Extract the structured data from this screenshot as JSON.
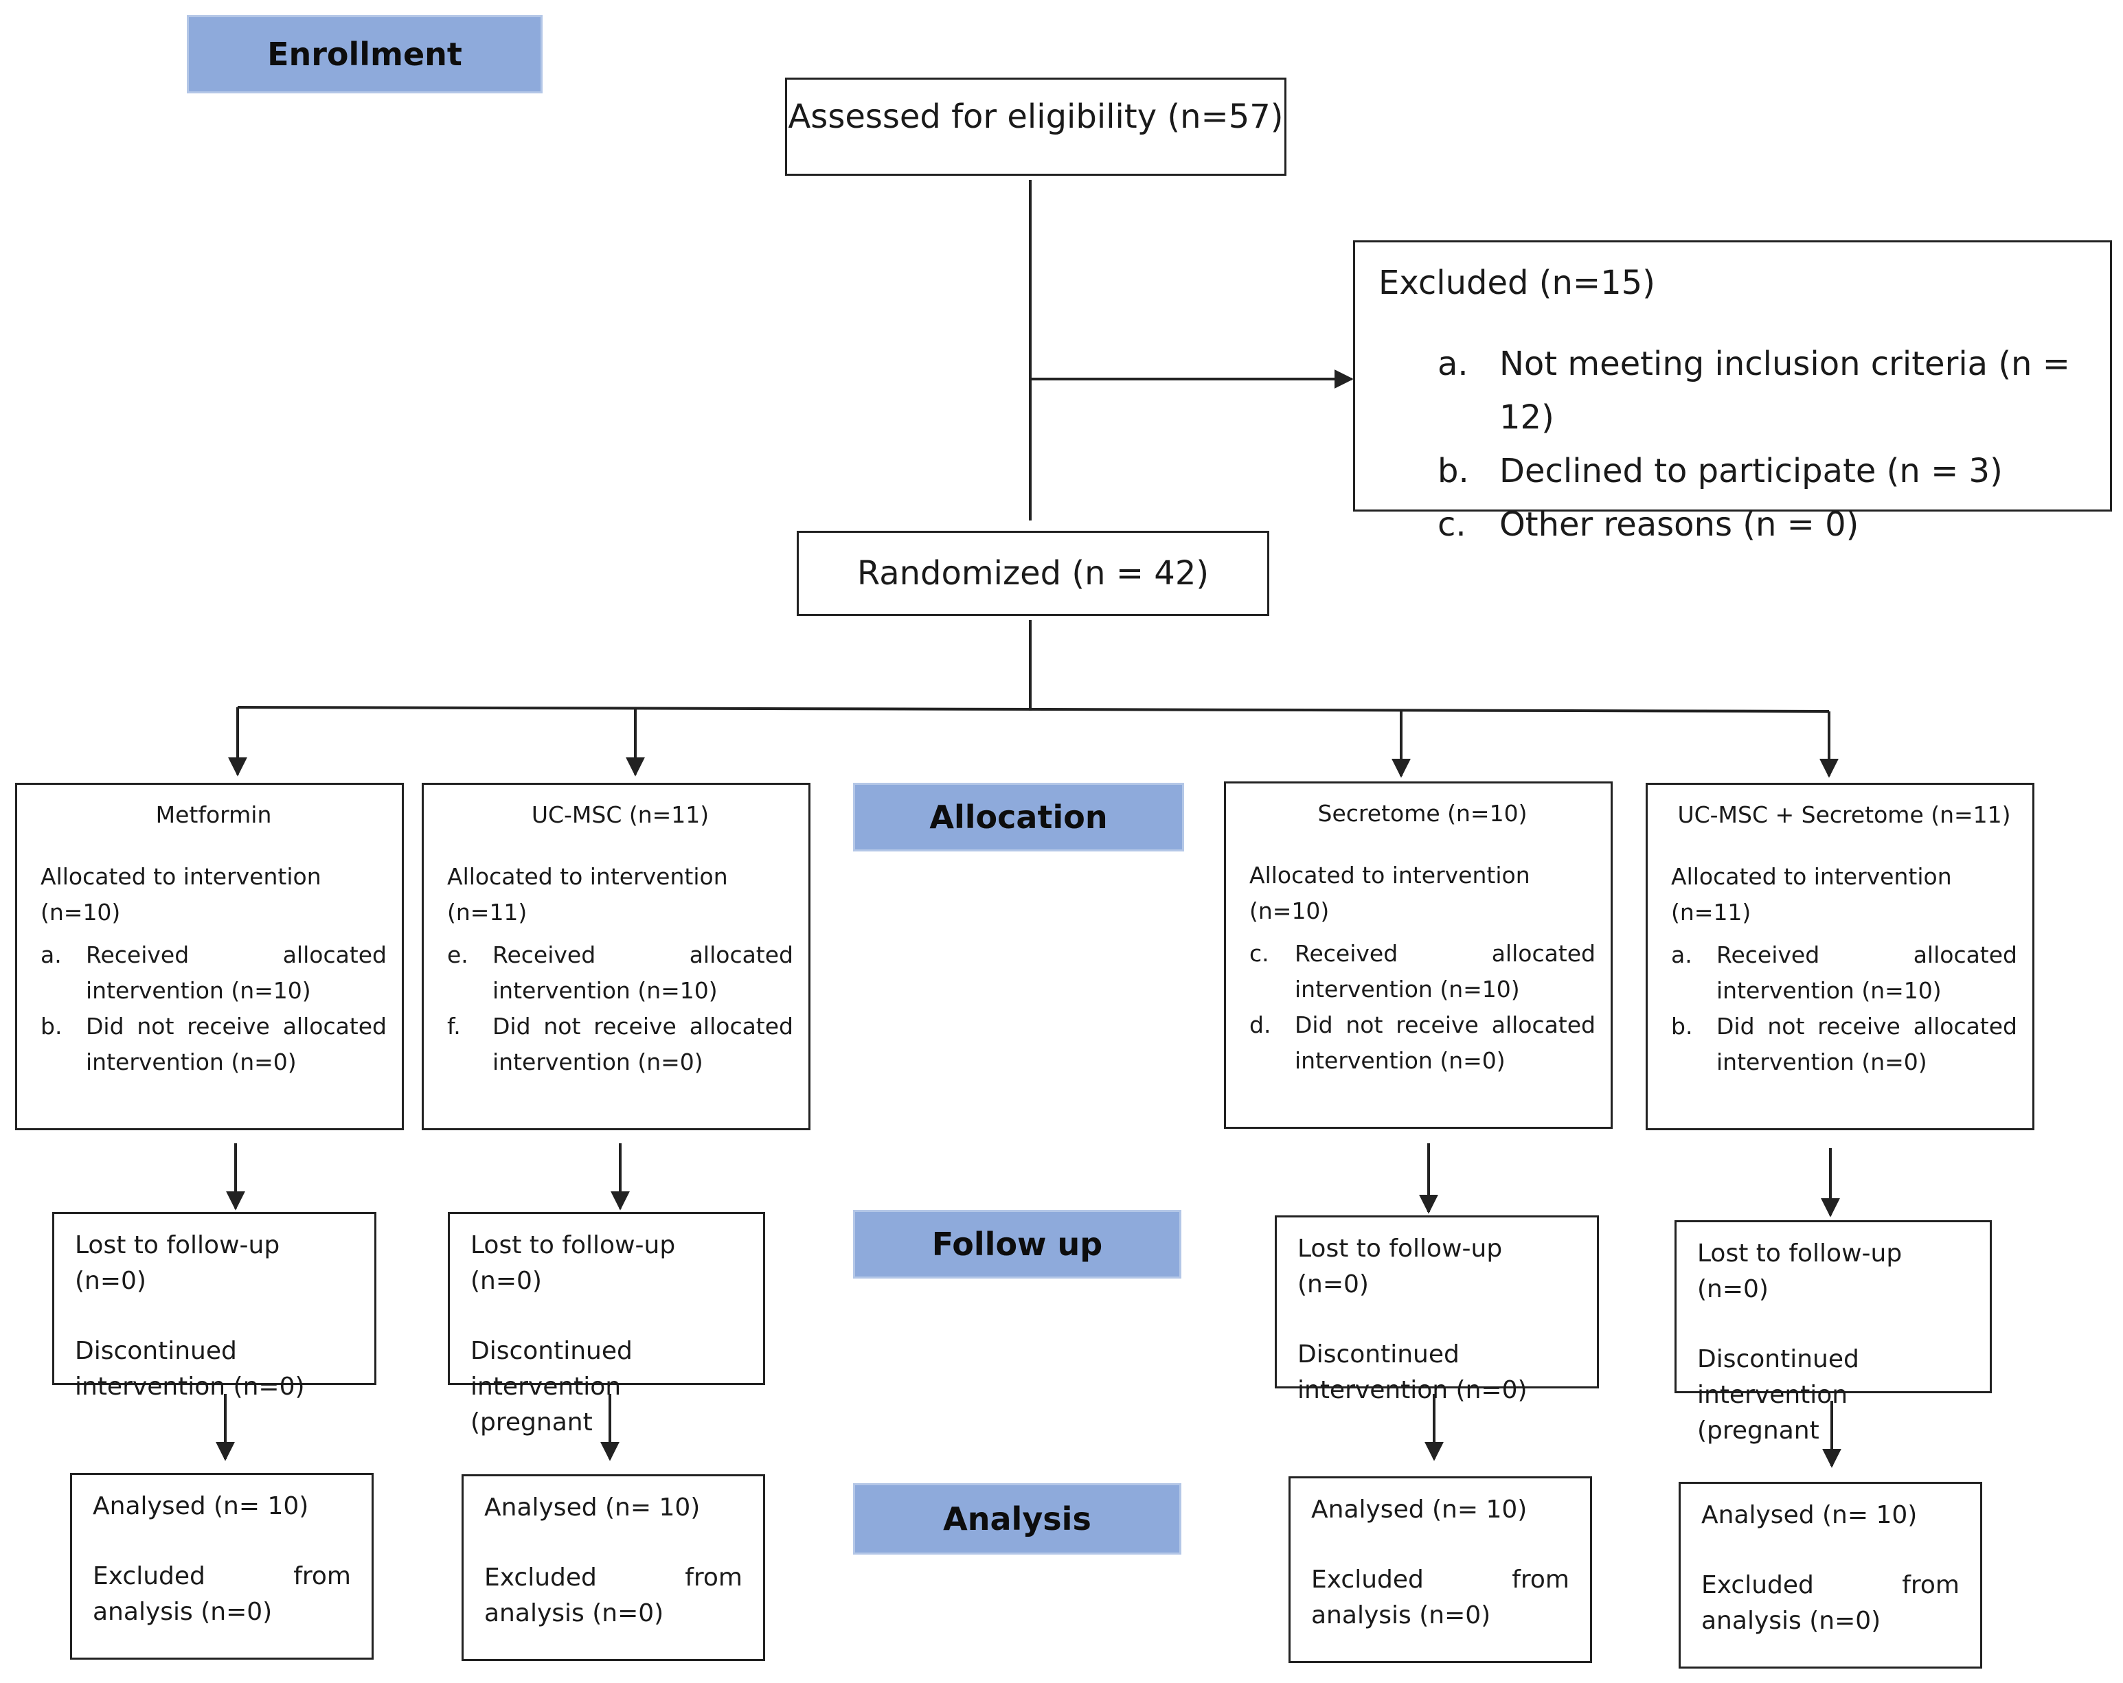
{
  "stages": {
    "enrollment": "Enrollment",
    "allocation": "Allocation",
    "follow_up": "Follow up",
    "analysis": "Analysis"
  },
  "assessed": "Assessed for eligibility (n=57)",
  "excluded": {
    "title": "Excluded (n=15)",
    "items": [
      {
        "marker": "a.",
        "text": "Not meeting inclusion criteria (n = 12)"
      },
      {
        "marker": "b.",
        "text": "Declined to participate (n = 3)"
      },
      {
        "marker": "c.",
        "text": "Other reasons (n = 0)"
      }
    ]
  },
  "randomized": "Randomized (n = 42)",
  "arms": [
    {
      "title": "Metformin",
      "allocated": "Allocated to intervention (n=10)",
      "items": [
        {
          "marker": "a.",
          "line1": "Received allocated",
          "line2": "intervention (n=10)"
        },
        {
          "marker": "b.",
          "line1": "Did not receive allocated",
          "line2": "intervention (n=0)"
        }
      ],
      "follow_up": {
        "lost": "Lost to follow-up (n=0)",
        "disc1": "Discontinued",
        "disc2": "intervention (n=0)"
      },
      "analysis": {
        "analysed": "Analysed (n= 10)",
        "excl1": "Excluded from",
        "excl2": "analysis (n=0)"
      }
    },
    {
      "title": "UC-MSC (n=11)",
      "allocated": "Allocated to intervention (n=11)",
      "items": [
        {
          "marker": "e.",
          "line1": "Received allocated",
          "line2": "intervention (n=10)"
        },
        {
          "marker": "f.",
          "line1": "Did not receive allocated",
          "line2": "intervention (n=0)"
        }
      ],
      "follow_up": {
        "lost": "Lost to follow-up (n=0)",
        "disc1": "Discontinued",
        "disc2": "intervention (pregnant"
      },
      "analysis": {
        "analysed": "Analysed (n= 10)",
        "excl1": "Excluded from",
        "excl2": "analysis (n=0)"
      }
    },
    {
      "title": "Secretome (n=10)",
      "allocated": "Allocated to intervention (n=10)",
      "items": [
        {
          "marker": "c.",
          "line1": "Received allocated",
          "line2": "intervention (n=10)"
        },
        {
          "marker": "d.",
          "line1": "Did not receive allocated",
          "line2": "intervention (n=0)"
        }
      ],
      "follow_up": {
        "lost": "Lost to follow-up (n=0)",
        "disc1": "Discontinued",
        "disc2": "intervention (n=0)"
      },
      "analysis": {
        "analysed": "Analysed (n= 10)",
        "excl1": "Excluded from",
        "excl2": "analysis (n=0)"
      }
    },
    {
      "title": "UC-MSC + Secretome (n=11)",
      "allocated": "Allocated to intervention (n=11)",
      "items": [
        {
          "marker": "a.",
          "line1": "Received allocated",
          "line2": "intervention (n=10)"
        },
        {
          "marker": "b.",
          "line1": "Did not receive allocated",
          "line2": "intervention (n=0)"
        }
      ],
      "follow_up": {
        "lost": "Lost to follow-up (n=0)",
        "disc1": "Discontinued",
        "disc2": "intervention (pregnant"
      },
      "analysis": {
        "analysed": "Analysed (n= 10)",
        "excl1": "Excluded from",
        "excl2": "analysis (n=0)"
      }
    }
  ],
  "colors": {
    "stage_fill": "#8eaadb",
    "line": "#222222"
  }
}
